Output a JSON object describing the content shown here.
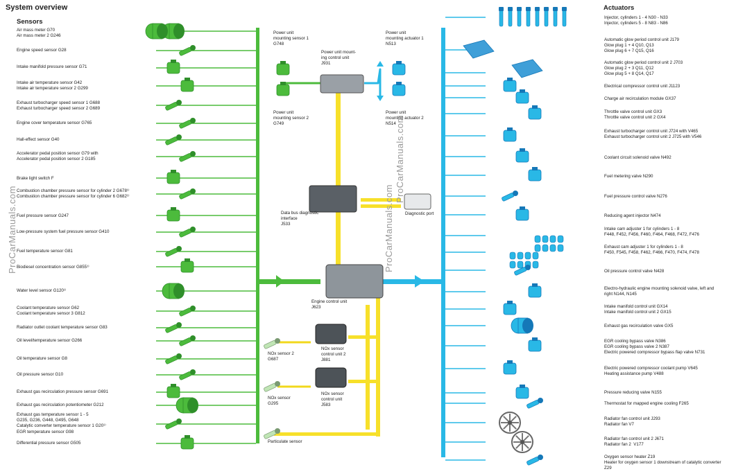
{
  "title": "System overview",
  "sections": {
    "sensors": "Sensors",
    "actuators": "Actuators"
  },
  "watermark": "ProCarManuals.com",
  "colors": {
    "sensor": "#4cbb3c",
    "actuator": "#29b8e6",
    "bus": "#f7e02a",
    "sensorDark": "#2f8f2a",
    "actuatorDark": "#1578b8",
    "module": "#6d7378"
  },
  "sensors": [
    "Air mass meter G70\nAir mass meter 2 G246",
    "Engine speed sensor G28",
    "Intake manifold pressure sensor G71",
    "Intake air temperature sensor G42\nIntake air temperature sensor 2 G299",
    "Exhaust turbocharger speed sensor 1 G688\nExhaust turbocharger speed sensor 2 G689",
    "Engine cover temperature sensor G765",
    "Hall-effect sensor G40",
    "Accelerator pedal position sensor G79 with\nAccelerator pedal position sensor 2 G185",
    "Brake light switch F",
    "Combustion chamber pressure sensor for cylinder 2 G678¹⁾\nCombustion chamber pressure sensor for cylinder 6 G682¹⁾",
    "Fuel pressure sensor G247",
    "Low-pressure system fuel pressure sensor G410",
    "Fuel temperature sensor G81",
    "Biodiesel concentration sensor G855¹⁾",
    "Water level sensor G120¹⁾",
    "Coolant temperature sensor G62\nCoolant temperature sensor 3 G812",
    "Radiator outlet coolant temperature sensor G83",
    "Oil level/temperature sensor G266",
    "Oil temperature sensor G8",
    "Oil pressure sensor G10",
    "Exhaust gas recirculation pressure sensor G691",
    "Exhaust gas recirculation potentiometer G212",
    "Exhaust gas temperature sensor 1 - 5\nG235, G236, G448, G495, G648\nCatalytic converter temperature sensor 1 G20¹⁾\nEGR temperature sensor G98",
    "Differential pressure sensor G505"
  ],
  "actuators": [
    "Injector, cylinders 1 - 4 N30 - N33\nInjector, cylinders 5 - 8 N83 - N86",
    "Automatic glow period control unit J179\nGlow plug 1 + 4 Q10, Q13\nGlow plug 6 + 7 Q15, Q16",
    "Automatic glow period control unit 2 J703\nGlow plug 2 + 3 Q11, Q12\nGlow plug 5 + 8 Q14, Q17",
    "Electrical compressor control unit J1123",
    "Charge air recirculation module GX37",
    "Throttle valve control unit GX3\nThrottle valve control unit 2 GX4",
    "Exhaust turbocharger control unit J724 with V465\nExhaust turbocharger control unit 2 J725 with V546",
    "Coolant circuit solenoid valve N492",
    "Fuel metering valve N290",
    "Fuel pressure control valve N276",
    "Reducing agent injector N474",
    "Intake cam adjuster 1 for cylinders 1 - 8\nF448, F452, F456, F460, F464, F468, F472, F476",
    "Exhaust cam adjuster 1 for cylinders 1 - 8\nF450, F545, F458, F462, F466, F470, F474, F478",
    "Oil pressure control valve N428",
    "Electro-hydraulic engine mounting solenoid valve, left and\nright N144, N145",
    "Intake manifold control unit GX14\nIntake manifold control unit 2 GX15",
    "Exhaust gas recirculation valve GX5",
    "EGR cooling bypass valve N386\nEGR cooling bypass valve 2 N387\nElectric powered compressor bypass flap valve N731",
    "Electric powered compressor coolant pump V645\nHeating assistance pump V488",
    "Pressure reducing valve N155",
    "Thermostat for mapped engine cooling F265",
    "Radiator fan control unit J293\nRadiator fan V7",
    "Radiator fan control unit 2 J671\nRadiator fan 2  V177",
    "Oxygen sensor heater Z19\nHeater for oxygen sensor 1 downstream of catalytic converter\nZ29"
  ],
  "center": {
    "pms1": "Power unit\nmounting sensor 1\nG748",
    "pms2": "Power unit\nmounting sensor 2\nG749",
    "pmcu": "Power unit mount-\ning control unit\nJ931",
    "pma1": "Power unit\nmounting actuator 1\nN513",
    "pma2": "Power unit\nmounting actuator 2\nN514",
    "dbi": "Data bus diagnostic\ninterface\nJ533",
    "diag": "Diagnostic port",
    "ecu": "Engine control unit\nJ623",
    "nox2s": "NOx sensor 2\nG687",
    "nox2c": "NOx sensor\ncontrol unit 2\nJ881",
    "noxs": "NOx sensor\nG295",
    "noxc": "NOx sensor\ncontrol unit\nJ583",
    "part": "Particulate sensor"
  }
}
